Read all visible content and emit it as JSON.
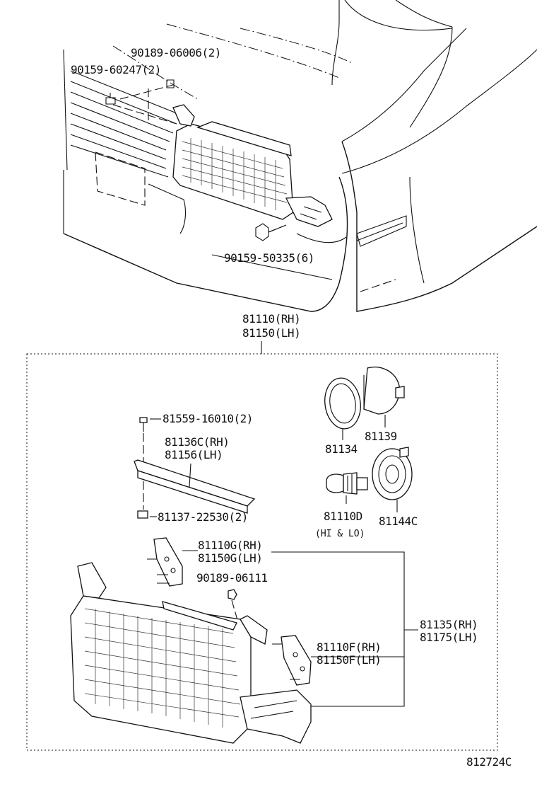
{
  "labels": {
    "retainer_top": "90189-06006(2)",
    "screw_top": "90159-60247(2)",
    "screw_bottom": "90159-50335(6)",
    "assembly_rh": "81110(RH)",
    "assembly_lh": "81150(LH)",
    "screw_cover": "81559-16010(2)",
    "cover_rh": "81136C(RH)",
    "cover_lh": "81156(LH)",
    "retainer_cover": "81137-22530(2)",
    "bracket_g_rh": "81110G(RH)",
    "bracket_g_lh": "81150G(LH)",
    "nut": "90189-06111",
    "bracket_f_rh": "81110F(RH)",
    "bracket_f_lh": "81150F(LH)",
    "unit_rh": "81135(RH)",
    "unit_lh": "81175(LH)",
    "gasket": "81134",
    "cap": "81139",
    "bulb": "81110D",
    "bulb_note": "(HI & LO)",
    "socket": "81144C",
    "diagram_code": "812724C"
  }
}
